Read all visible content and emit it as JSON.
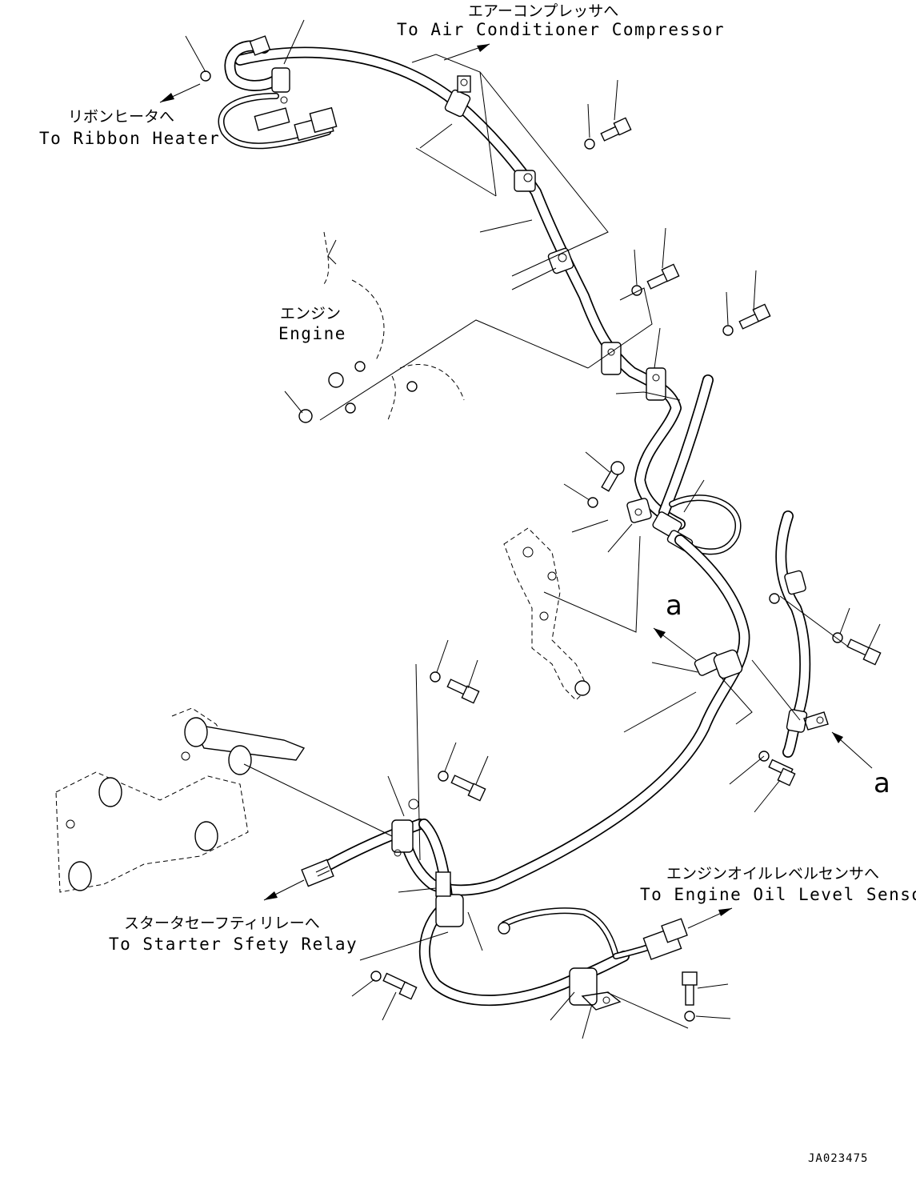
{
  "labels": {
    "air_compressor_jp": "エアーコンプレッサへ",
    "air_compressor_en": "To Air Conditioner Compressor",
    "ribbon_heater_jp": "リボンヒータへ",
    "ribbon_heater_en": "To Ribbon Heater",
    "engine_jp": "エンジン",
    "engine_en": "Engine",
    "view_a_top": "a",
    "view_a_right": "a",
    "oil_sensor_jp": "エンジンオイルレベルセンサへ",
    "oil_sensor_en": "To Engine Oil Level Sensor",
    "starter_relay_jp": "スタータセーフティリレーへ",
    "starter_relay_en": "To Starter Sfety Relay",
    "drawing_number": "JA023475"
  }
}
